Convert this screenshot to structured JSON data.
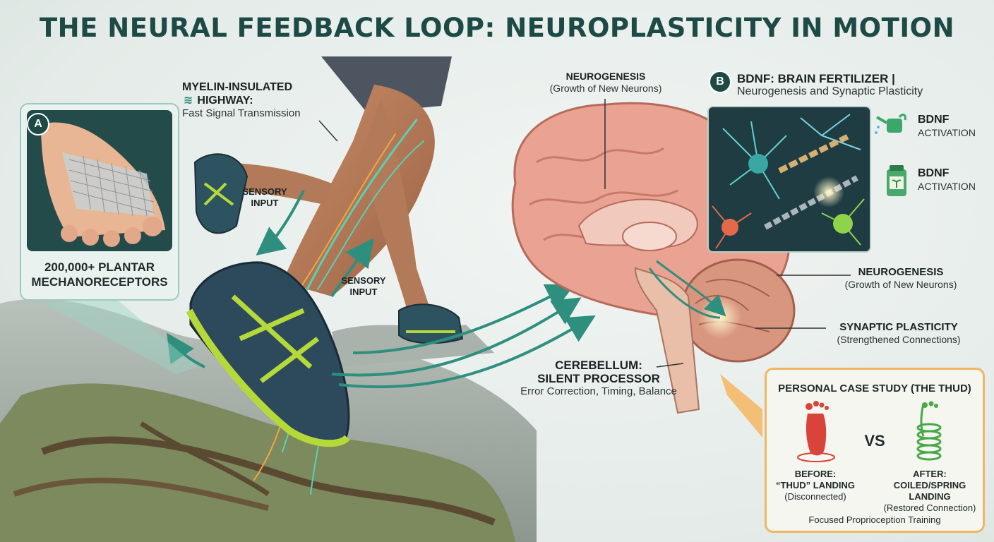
{
  "title": "THE NEURAL FEEDBACK LOOP: NEUROPLASTICITY IN MOTION",
  "panel_a": {
    "badge": "A",
    "caption_line1": "200,000+ PLANTAR",
    "caption_line2": "MECHANORECEPTORS"
  },
  "myelin": {
    "title_line1": "MYELIN-INSULATED",
    "title_line2": "HIGHWAY:",
    "subtitle": "Fast Signal Transmission"
  },
  "sensory_input_1": {
    "line1": "SENSORY",
    "line2": "INPUT"
  },
  "sensory_input_2": {
    "line1": "SENSORY",
    "line2": "INPUT"
  },
  "neurogenesis_top": {
    "title": "NEUROGENESIS",
    "subtitle": "(Growth of New Neurons)"
  },
  "panel_b": {
    "badge": "B",
    "title": "BDNF: BRAIN FERTILIZER |",
    "subtitle": "Neurogenesis and Synaptic Plasticity",
    "activation_1": {
      "title": "BDNF",
      "subtitle": "ACTIVATION"
    },
    "activation_2": {
      "title": "BDNF",
      "subtitle": "ACTIVATION"
    }
  },
  "neurogenesis_right": {
    "title": "NEUROGENESIS",
    "subtitle": "(Growth of New Neurons)"
  },
  "synaptic": {
    "title": "SYNAPTIC PLASTICITY",
    "subtitle": "(Strengthened Connections)"
  },
  "cerebellum": {
    "title_line1": "CEREBELLUM:",
    "title_line2": "SILENT PROCESSOR",
    "subtitle": "Error Correction, Timing, Balance"
  },
  "case_study": {
    "title": "PERSONAL CASE STUDY (THE THUD)",
    "vs": "VS",
    "before": {
      "line1": "BEFORE:",
      "line2": "“THUD” LANDING",
      "line3": "(Disconnected)"
    },
    "after": {
      "line1": "AFTER:",
      "line2": "COILED/SPRING LANDING",
      "line3": "(Restored Connection)"
    },
    "footer": "Focused Proprioception Training"
  },
  "colors": {
    "title": "#1d4a45",
    "signal": "#3fb59c",
    "brain": "#e9a08f",
    "shoe": "#2c4a5c",
    "shoe_accent": "#b6d93a",
    "case_border": "#f0b664",
    "before_foot": "#d9433a",
    "after_spring": "#4aa84a"
  }
}
